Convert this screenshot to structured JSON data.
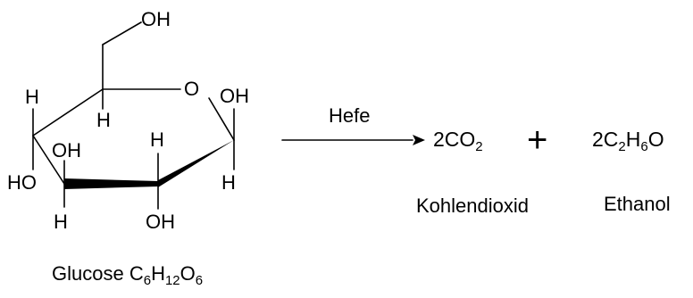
{
  "glucose": {
    "atoms": {
      "oh_ch2": "OH",
      "ring_o": "O",
      "oh_c1": "OH",
      "h_c1": "H",
      "h_c5": "H",
      "h_c4": "H",
      "oh_c4": "HO",
      "oh_c3": "OH",
      "h_c3": "H",
      "h_c2": "H",
      "oh_c2": "OH"
    },
    "name": "Glucose",
    "formula": [
      {
        "t": "C"
      },
      {
        "t": "6",
        "sub": true
      },
      {
        "t": "H"
      },
      {
        "t": "12",
        "sub": true
      },
      {
        "t": "O"
      },
      {
        "t": "6",
        "sub": true
      }
    ]
  },
  "reaction": {
    "arrow_label": "Hefe",
    "plus": "+"
  },
  "products": [
    {
      "formula": [
        {
          "t": "2CO"
        },
        {
          "t": "2",
          "sub": true
        }
      ],
      "name": "Kohlendioxid"
    },
    {
      "formula": [
        {
          "t": "2C"
        },
        {
          "t": "2",
          "sub": true
        },
        {
          "t": "H"
        },
        {
          "t": "6",
          "sub": true
        },
        {
          "t": "O"
        }
      ],
      "name": "Ethanol"
    }
  ],
  "colors": {
    "ink": "#000000",
    "background": "#ffffff"
  }
}
